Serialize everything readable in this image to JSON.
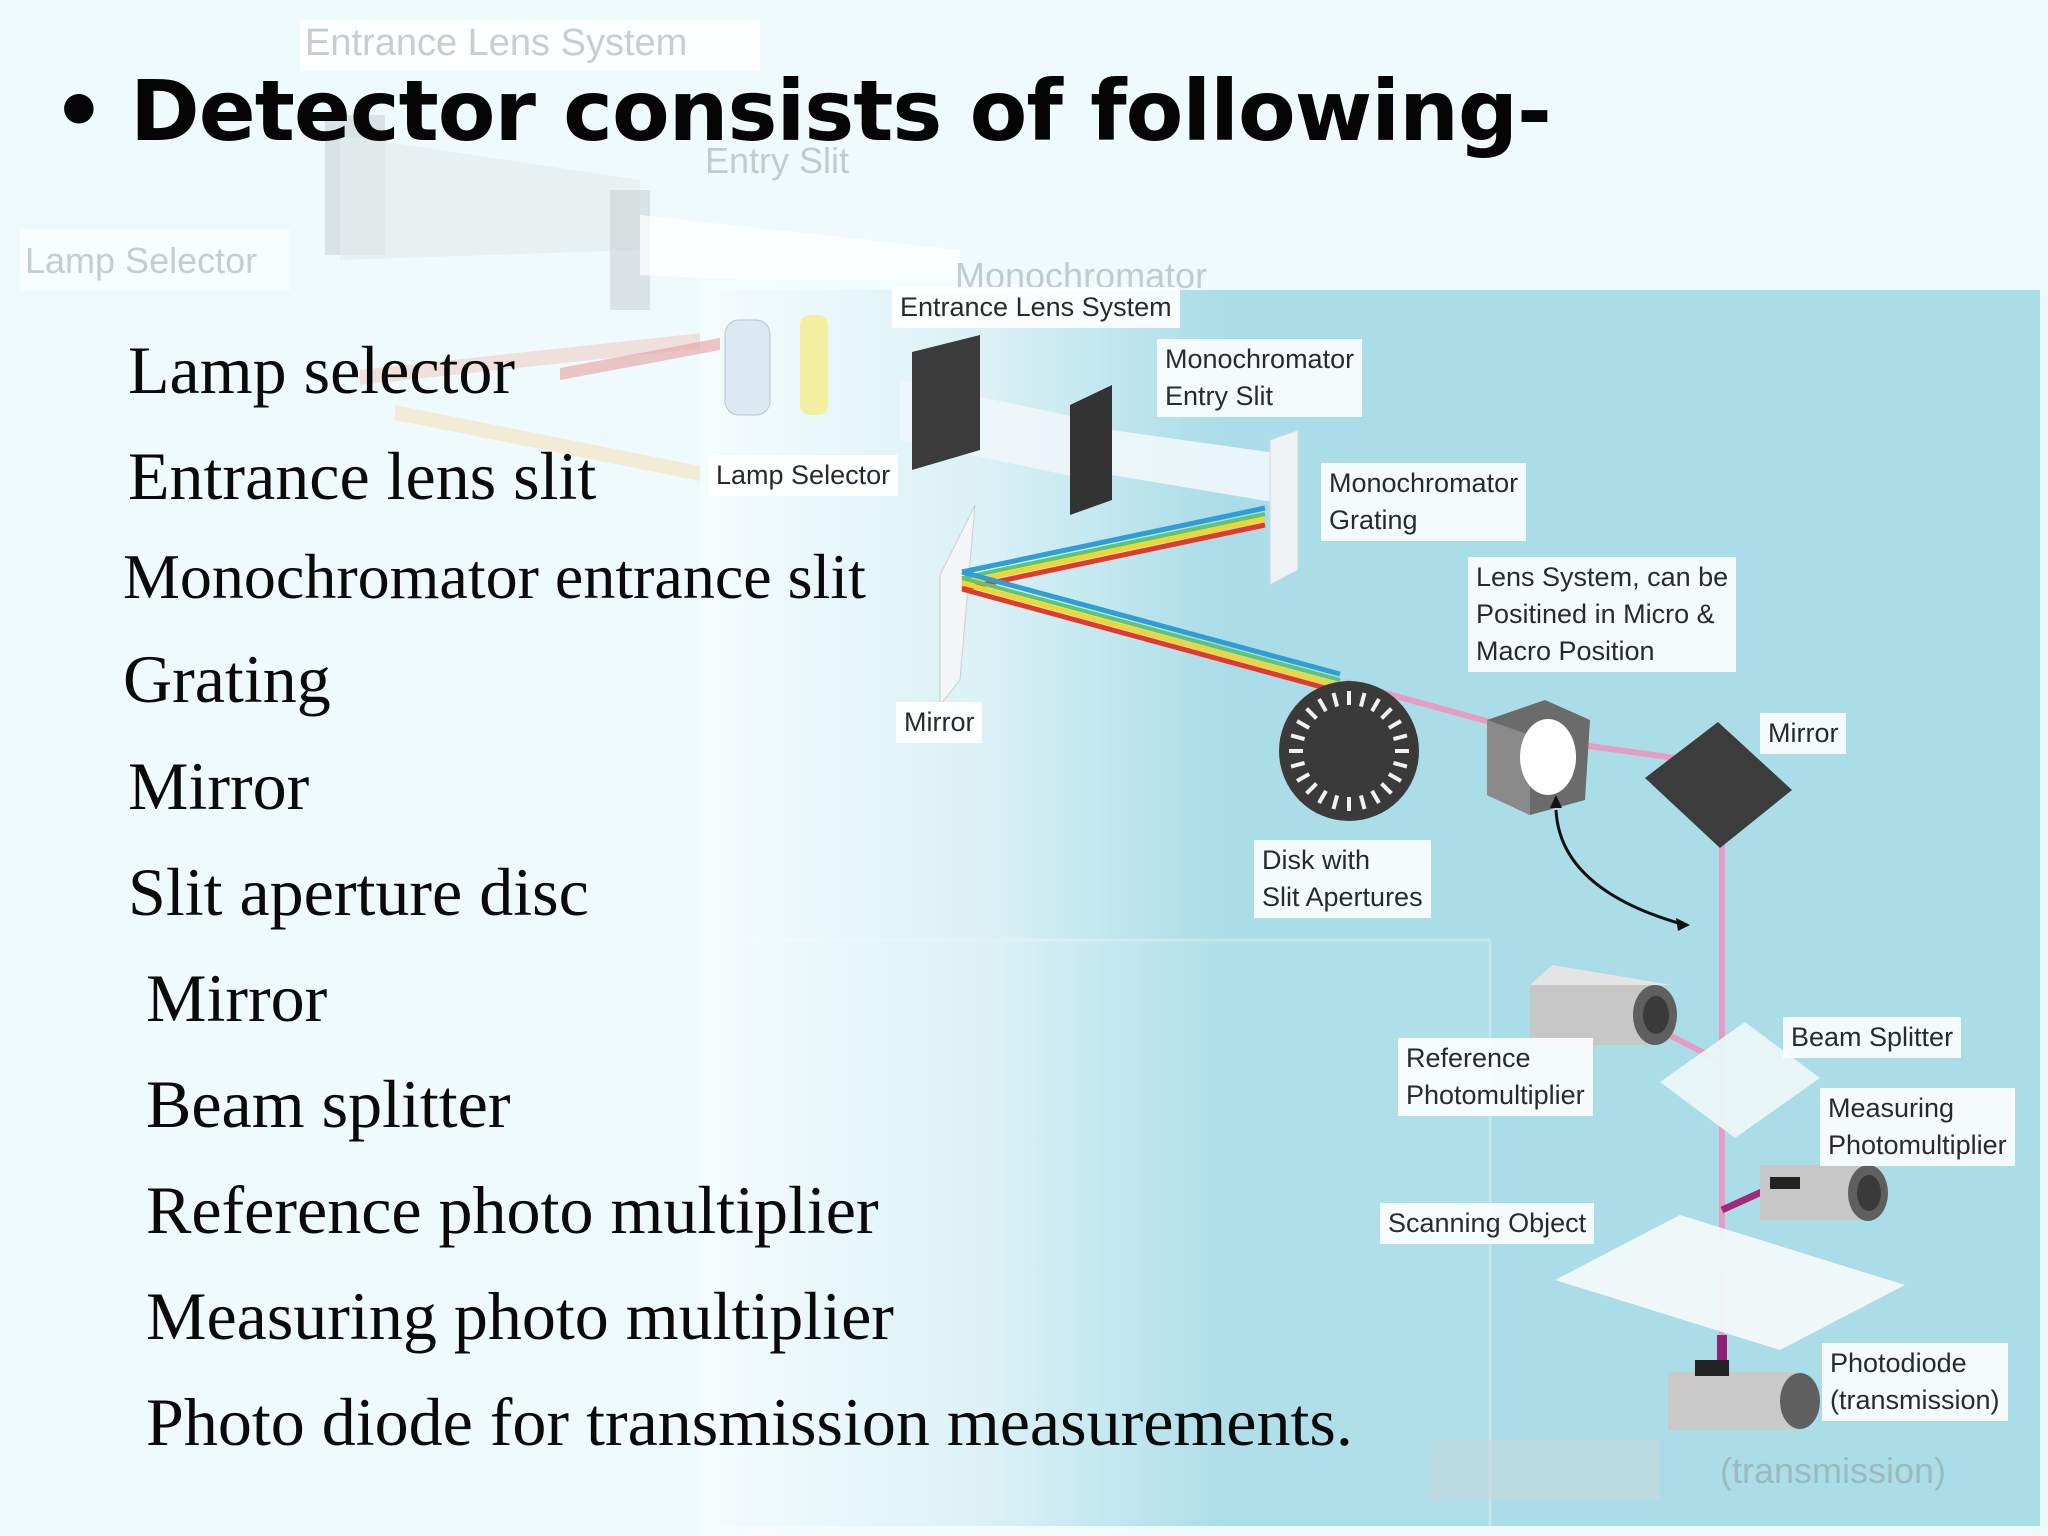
{
  "slide": {
    "title": "Detector consists of following-",
    "bullet": "•",
    "items": [
      "Lamp selector",
      "Entrance lens slit",
      "Monochromator entrance slit",
      "Grating",
      "Mirror",
      "Slit aperture disc",
      "Mirror",
      "Beam splitter",
      "Reference photo multiplier",
      "Measuring photo multiplier",
      "Photo diode for transmission measurements."
    ]
  },
  "diagram": {
    "labels": {
      "entrance_lens_system": "Entrance Lens System",
      "monochromator_heading": "Monochromator",
      "mono_entry_slit_1": "Monochromator",
      "mono_entry_slit_2": "Entry Slit",
      "mono_grating_1": "Monochromator",
      "mono_grating_2": "Grating",
      "lamp_selector": "Lamp Selector",
      "lens_system_1": "Lens System, can be",
      "lens_system_2": "Positined in Micro &",
      "lens_system_3": "Macro Position",
      "mirror_upper": "Mirror",
      "mirror_right": "Mirror",
      "disk_1": "Disk with",
      "disk_2": "Slit Apertures",
      "beam_splitter": "Beam Splitter",
      "reference_pm_1": "Reference",
      "reference_pm_2": "Photomultiplier",
      "measuring_pm_1": "Measuring",
      "measuring_pm_2": "Photomultiplier",
      "scanning_object": "Scanning Object",
      "photodiode_1": "Photodiode",
      "photodiode_2": "(transmission)"
    },
    "ghost_labels": {
      "entrance_lens_system": "Entrance Lens System",
      "entry_slit": "Entry Slit",
      "lamp_selector": "Lamp Selector",
      "transmission": "(transmission)"
    },
    "colors": {
      "panel": "#abdde8",
      "beam_pink": "#e79cc4",
      "spectrum_red": "#e23a2a",
      "spectrum_yellow": "#f3d52c",
      "spectrum_blue": "#2f9ed4"
    }
  }
}
